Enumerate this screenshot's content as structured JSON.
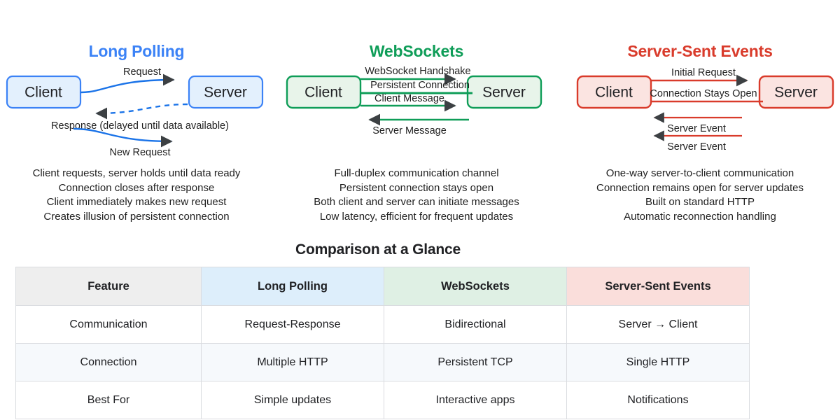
{
  "diagram": {
    "title_colors": {
      "long_polling": "#3b82f6",
      "websockets": "#0f9d58",
      "server_sent_events": "#d93b2b"
    },
    "panels": [
      {
        "title": "Long Polling",
        "client_label": "Client",
        "server_label": "Server",
        "edges": [
          {
            "label": "Request"
          },
          {
            "label": "Response (delayed until data available)"
          },
          {
            "label": "New Request"
          }
        ],
        "description": [
          "Client requests, server holds until data ready",
          "Connection closes after response",
          "Client immediately makes new request",
          "Creates illusion of persistent connection"
        ]
      },
      {
        "title": "WebSockets",
        "client_label": "Client",
        "server_label": "Server",
        "edges": [
          {
            "label": "WebSocket Handshake"
          },
          {
            "label": "Persistent Connection"
          },
          {
            "label": "Client Message"
          },
          {
            "label": "Server Message"
          }
        ],
        "description": [
          "Full-duplex communication channel",
          "Persistent connection stays open",
          "Both client and server can initiate messages",
          "Low latency, efficient for frequent updates"
        ]
      },
      {
        "title": "Server-Sent Events",
        "client_label": "Client",
        "server_label": "Server",
        "edges": [
          {
            "label": "Initial Request"
          },
          {
            "label": "Connection Stays Open"
          },
          {
            "label": "Server Event"
          },
          {
            "label": "Server Event"
          }
        ],
        "description": [
          "One-way server-to-client communication",
          "Connection remains open for server updates",
          "Built on standard HTTP",
          "Automatic reconnection handling"
        ]
      }
    ]
  },
  "comparison": {
    "heading": "Comparison at a Glance",
    "columns": [
      "Feature",
      "Long Polling",
      "WebSockets",
      "Server-Sent Events"
    ],
    "rows": [
      {
        "feature": "Communication",
        "long_polling": "Request-Response",
        "websockets": "Bidirectional",
        "server_sent_events": "Server → Client"
      },
      {
        "feature": "Connection",
        "long_polling": "Multiple HTTP",
        "websockets": "Persistent TCP",
        "server_sent_events": "Single HTTP"
      },
      {
        "feature": "Best For",
        "long_polling": "Simple updates",
        "websockets": "Interactive apps",
        "server_sent_events": "Notifications"
      }
    ]
  }
}
